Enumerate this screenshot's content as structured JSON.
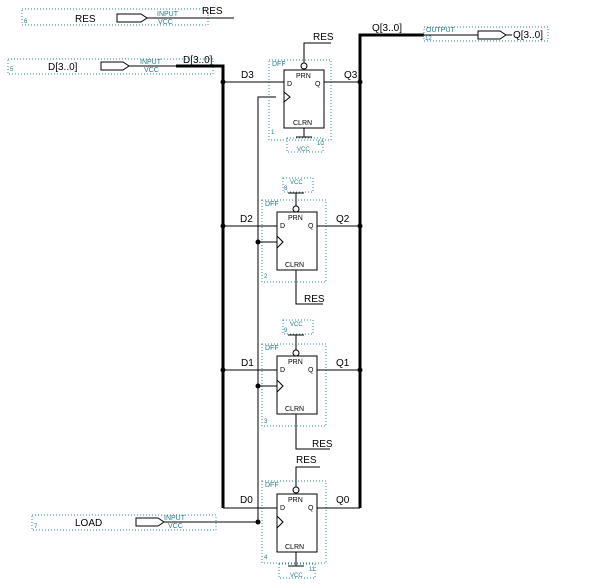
{
  "inputs": {
    "res": {
      "num": "6",
      "name": "RES",
      "type": "INPUT",
      "vcc": "VCC",
      "net": "RES"
    },
    "d": {
      "num": "5",
      "name": "D[3..0]",
      "type": "INPUT",
      "vcc": "VCC",
      "net": "D[3..0]"
    },
    "load": {
      "num": "7",
      "name": "LOAD",
      "type": "INPUT",
      "vcc": "VCC"
    }
  },
  "output": {
    "num": "12",
    "name": "Q[3..0]",
    "type": "OUTPUT",
    "net": "Q[3..0]"
  },
  "flipflops": [
    {
      "num": "1",
      "type": "DFF",
      "prn": "PRN",
      "clrn": "CLRN",
      "d": "D",
      "q": "Q",
      "in": "D3",
      "out": "Q3",
      "top_net": "RES",
      "bottom_net": "VCC",
      "bottom_num": "10",
      "top_num": ""
    },
    {
      "num": "2",
      "type": "DFF",
      "prn": "PRN",
      "clrn": "CLRN",
      "d": "D",
      "q": "Q",
      "in": "D2",
      "out": "Q2",
      "top_net": "VCC",
      "top_num": "8",
      "bottom_net": "RES"
    },
    {
      "num": "3",
      "type": "DFF",
      "prn": "PRN",
      "clrn": "CLRN",
      "d": "D",
      "q": "Q",
      "in": "D1",
      "out": "Q1",
      "top_net": "VCC",
      "top_num": "9",
      "bottom_net": "RES"
    },
    {
      "num": "4",
      "type": "DFF",
      "prn": "PRN",
      "clrn": "CLRN",
      "d": "D",
      "q": "Q",
      "in": "D0",
      "out": "Q0",
      "top_net": "RES",
      "bottom_net": "VCC",
      "bottom_num": "11",
      "top_num": ""
    }
  ]
}
